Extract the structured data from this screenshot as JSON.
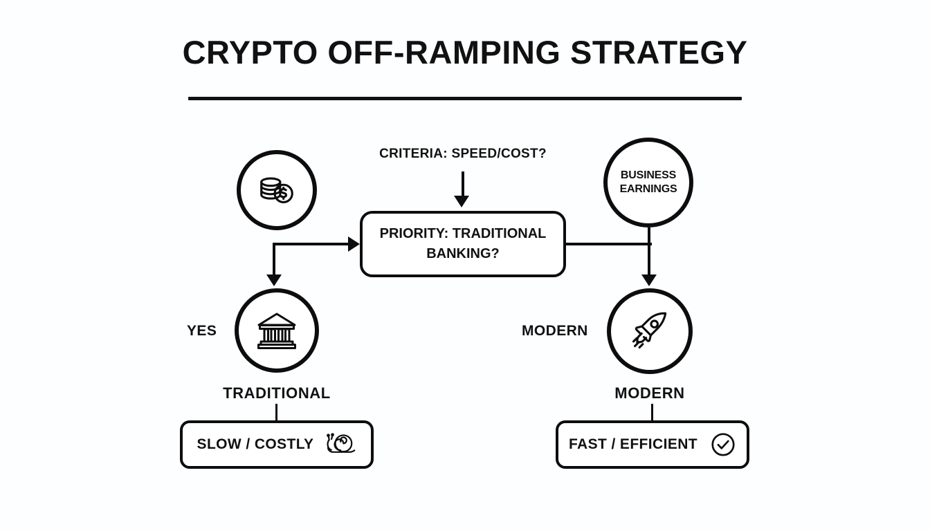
{
  "title": "CRYPTO OFF-RAMPING STRATEGY",
  "criteria": {
    "label": "CRITERIA: SPEED/COST?"
  },
  "decision": {
    "line1": "PRIORITY: TRADITIONAL",
    "line2": "BANKING?"
  },
  "source": {
    "coins_icon": "coins-stack-dollar-icon",
    "earnings_line1": "BUSINESS",
    "earnings_line2": "EARNINGS"
  },
  "branches": {
    "left": {
      "side_label": "YES",
      "icon": "bank-building-icon",
      "caption": "TRADITIONAL",
      "outcome": "SLOW / COSTLY",
      "outcome_icon": "snail-icon"
    },
    "right": {
      "side_label": "MODERN",
      "icon": "rocket-icon",
      "caption": "MODERN",
      "outcome": "FAST / EFFICIENT",
      "outcome_icon": "check-circle-icon"
    }
  },
  "colors": {
    "ink": "#0d0d0d",
    "background": "#fdfeff"
  }
}
